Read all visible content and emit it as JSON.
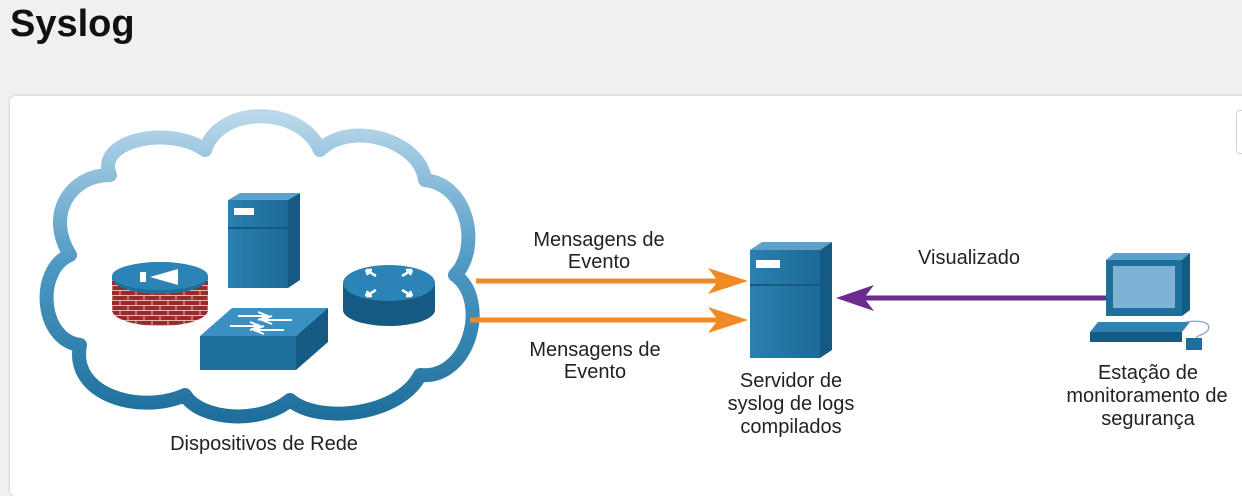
{
  "title": "Syslog",
  "labels": {
    "network_devices": "Dispositivos de Rede",
    "event_messages_top_l1": "Mensagens de",
    "event_messages_top_l2": "Evento",
    "event_messages_bottom_l1": "Mensagens de",
    "event_messages_bottom_l2": "Evento",
    "server_l1": "Servidor de",
    "server_l2": "syslog de logs",
    "server_l3": "compilados",
    "viewed": "Visualizado",
    "station_l1": "Estação de",
    "station_l2": "monitoramento de",
    "station_l3": "segurança"
  },
  "colors": {
    "event_arrow": "#f08a24",
    "viewed_arrow": "#6a2c8e",
    "device_blue": "#1f6f9c",
    "cloud": "#2f82b0"
  },
  "icons": [
    "cloud-icon",
    "firewall-icon",
    "server-icon",
    "switch-icon",
    "router-icon",
    "syslog-server-icon",
    "workstation-icon"
  ]
}
